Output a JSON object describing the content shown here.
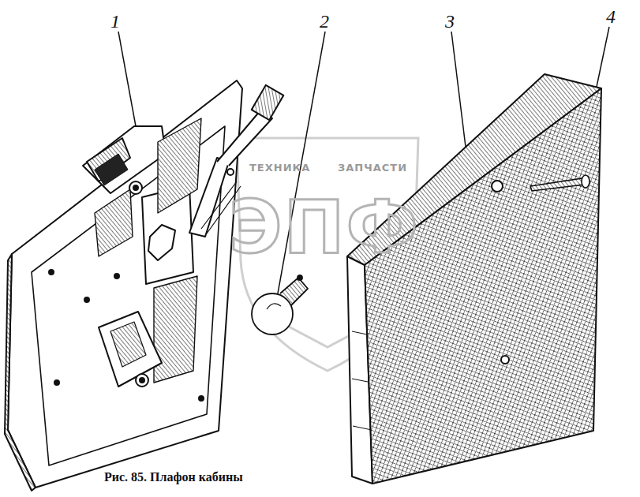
{
  "diagram": {
    "caption": "Рис. 85. Плафон кабины",
    "labels": [
      "1",
      "2",
      "3",
      "4",
      "ТЕХНИКА",
      "ЗАПЧАСТИ",
      "ЭПФ"
    ]
  }
}
